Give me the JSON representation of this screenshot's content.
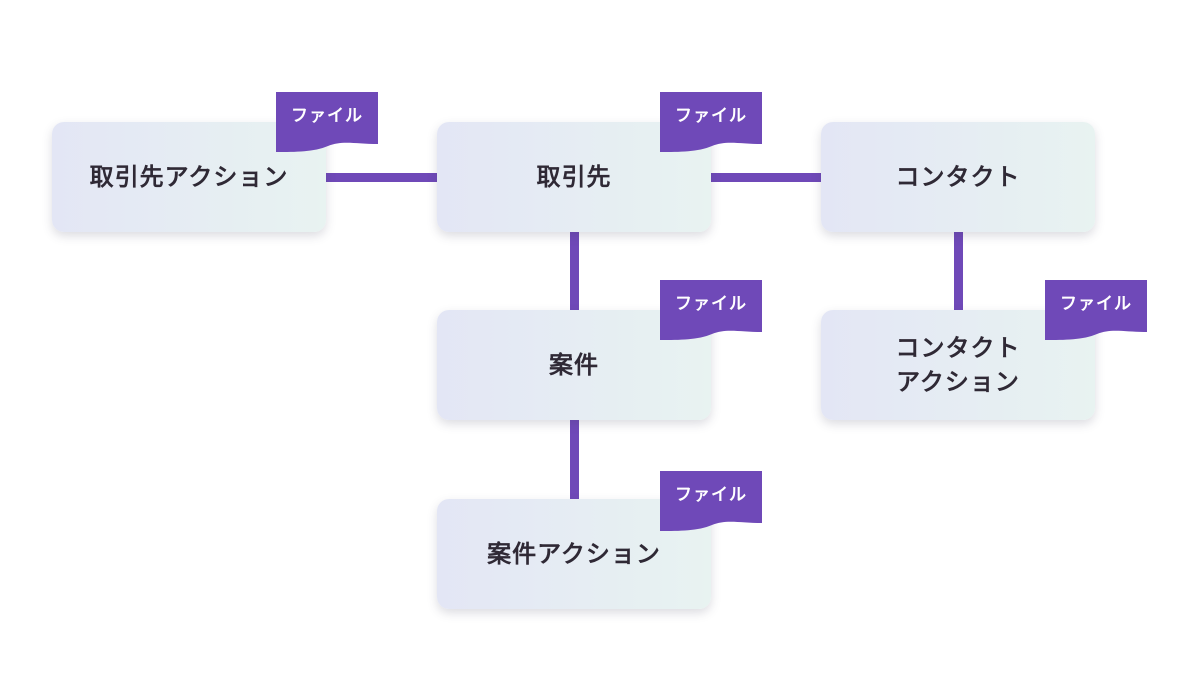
{
  "diagram": {
    "file_tag_label": "ファイル",
    "nodes": {
      "account_action": "取引先アクション",
      "account": "取引先",
      "contact": "コンタクト",
      "opportunity": "案件",
      "contact_action": "コンタクト\nアクション",
      "opportunity_action": "案件アクション"
    },
    "colors": {
      "accent": "#6f49b8",
      "node_gradient_start": "#e3e6f5",
      "node_gradient_end": "#e8f3f1",
      "text": "#2f2935"
    }
  }
}
